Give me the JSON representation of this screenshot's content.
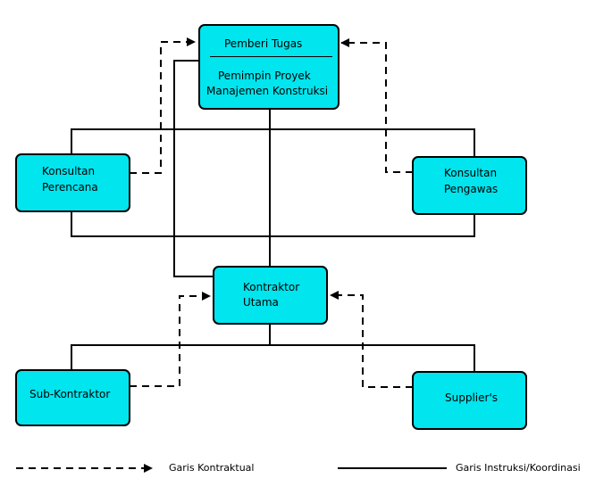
{
  "nodes": {
    "pemberi_tugas": "Pemberi Tugas",
    "pimpro_line1": "Pemimpin Proyek",
    "pimpro_line2": "Manajemen Konstruksi",
    "konsultan_perencana_line1": "Konsultan",
    "konsultan_perencana_line2": "Perencana",
    "konsultan_pengawas_line1": "Konsultan",
    "konsultan_pengawas_line2": "Pengawas",
    "kontraktor_utama_line1": "Kontraktor",
    "kontraktor_utama_line2": "Utama",
    "sub_kontraktor": "Sub-Kontraktor",
    "suppliers": "Supplier's"
  },
  "legend": {
    "contractual": "Garis Kontraktual",
    "instruction": "Garis Instruksi/Koordinasi"
  },
  "colors": {
    "box_fill": "#00e5ee",
    "line": "#000000"
  }
}
